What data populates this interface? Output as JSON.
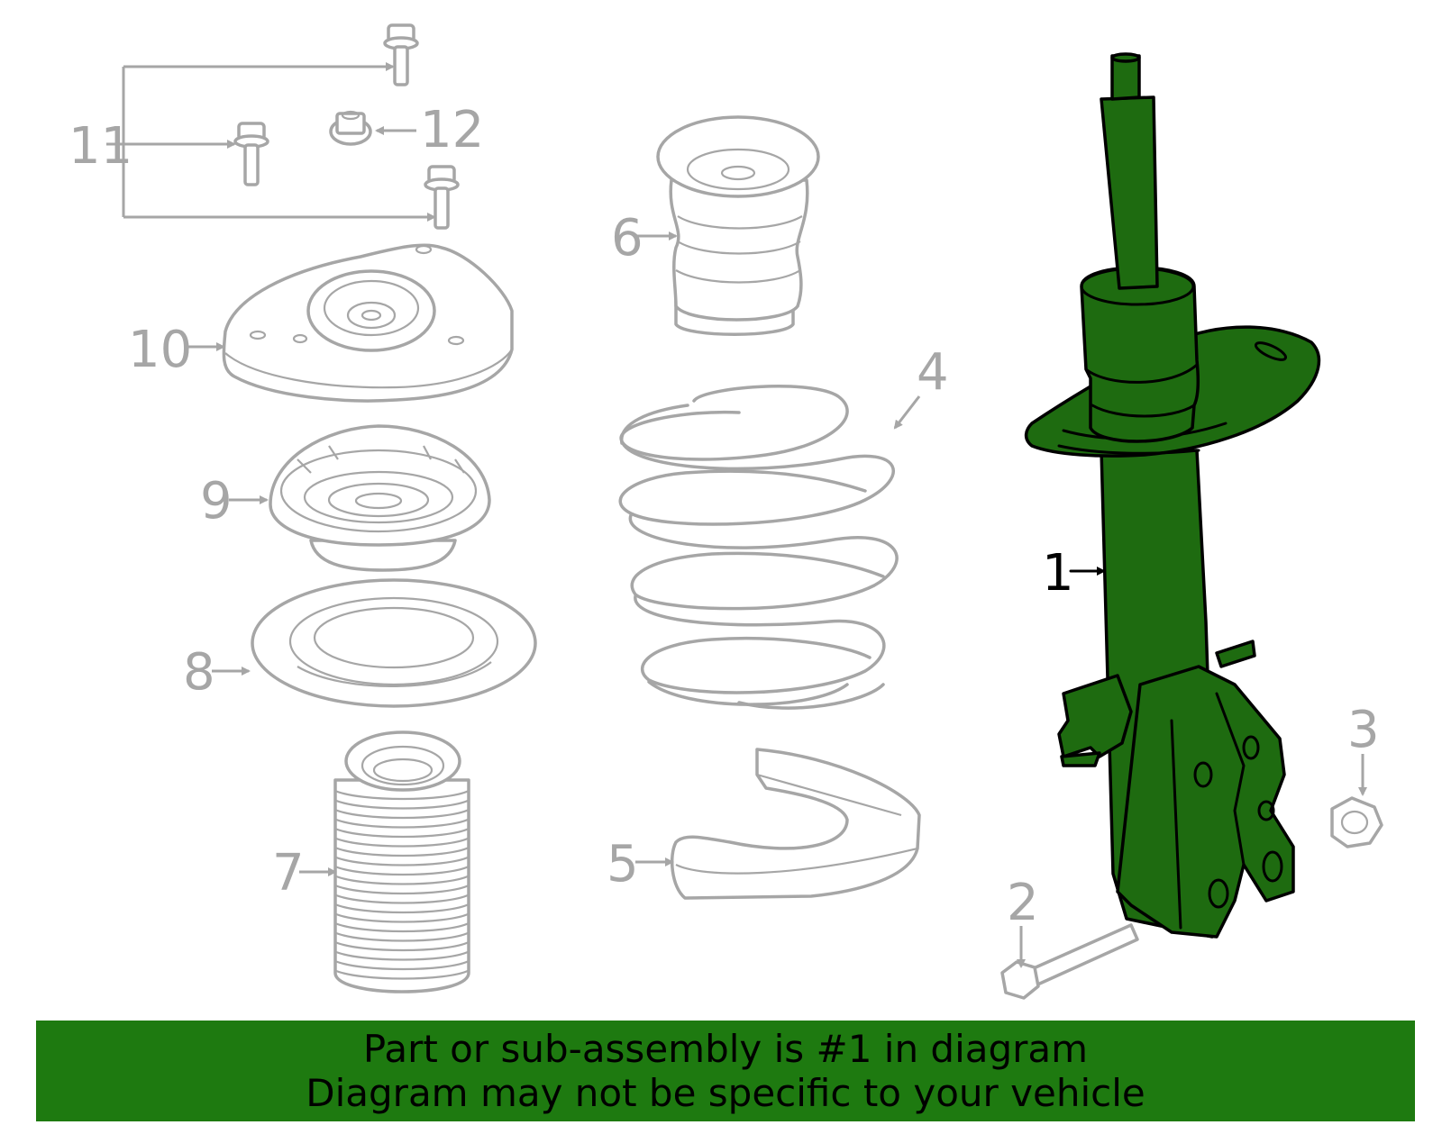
{
  "callouts": {
    "c1": "1",
    "c2": "2",
    "c3": "3",
    "c4": "4",
    "c5": "5",
    "c6": "6",
    "c7": "7",
    "c8": "8",
    "c9": "9",
    "c10": "10",
    "c11": "11",
    "c12": "12"
  },
  "highlighted_part": "1",
  "colors": {
    "highlight": "#1e6b10",
    "banner": "#1e7a10",
    "part_outline": "#a6a6a6"
  },
  "banner": {
    "line1": "Part or sub-assembly is #1 in diagram",
    "line2": "Diagram may not be specific to your vehicle"
  }
}
